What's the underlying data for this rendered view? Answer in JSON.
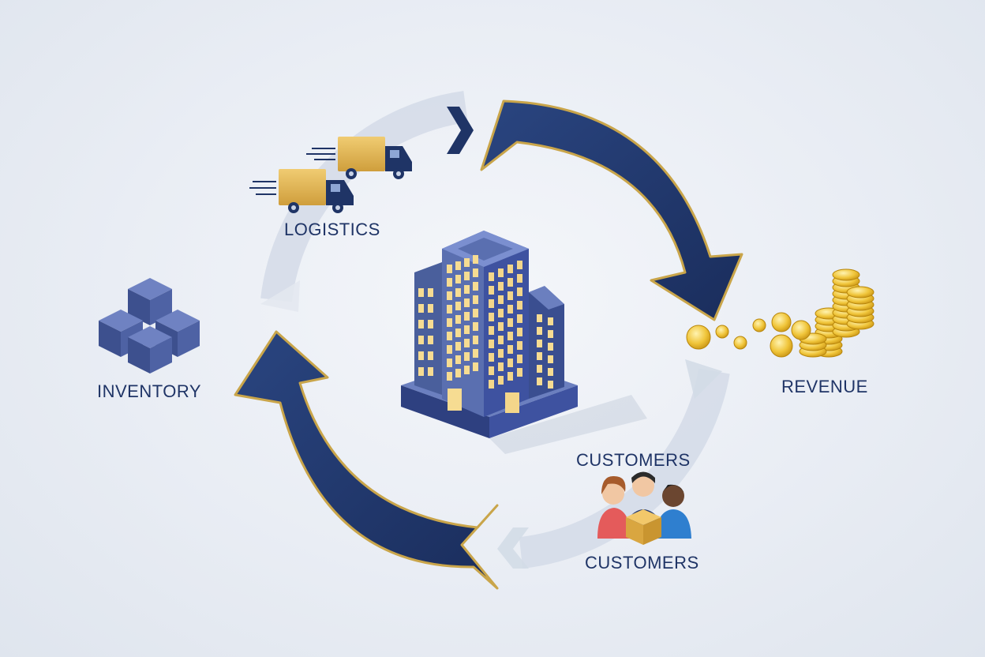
{
  "diagram": {
    "nodes": [
      {
        "id": "logistics",
        "label": "LOGISTICS",
        "icon": "delivery-trucks-icon"
      },
      {
        "id": "inventory",
        "label": "INVENTORY",
        "icon": "stacked-boxes-icon"
      },
      {
        "id": "revenue",
        "label": "REVENUE",
        "icon": "gold-coins-icon"
      },
      {
        "id": "customers_top",
        "label": "CUSTOMERS",
        "icon": "customers-group-icon"
      },
      {
        "id": "customers_bottom",
        "label": "CUSTOMERS"
      }
    ],
    "center_icon": "office-building-icon",
    "cycle_direction": "clockwise"
  },
  "colors": {
    "arrow_navy": "#1f3466",
    "arrow_gold_outline": "#c9a54a",
    "ring_faint": "#cdd6e4",
    "building_blue": "#4a5f9c",
    "window_glow": "#f6dc92",
    "coin_gold": "#e8b923",
    "truck_gold": "#dcae4a"
  }
}
